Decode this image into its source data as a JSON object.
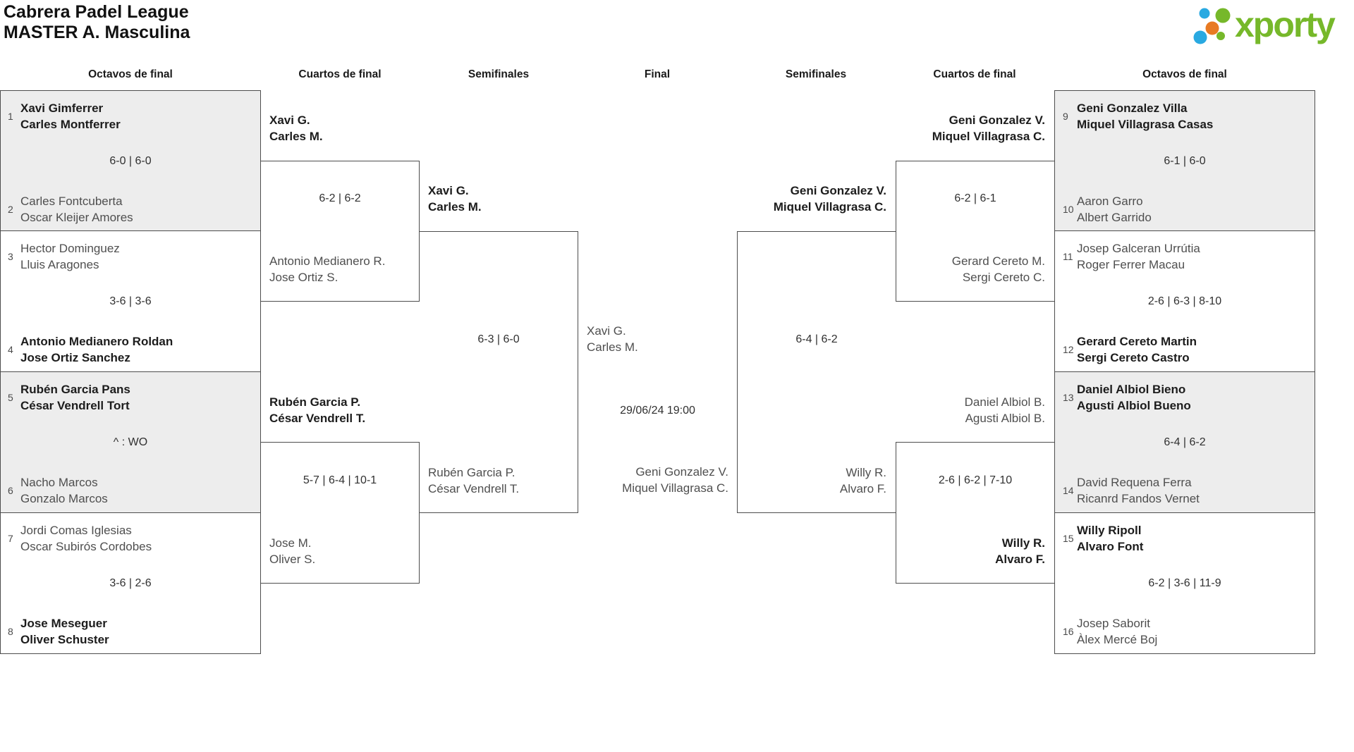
{
  "title": {
    "line1": "Cabrera Padel League",
    "line2": "MASTER A. Masculina"
  },
  "logo": {
    "text": "xporty",
    "icon": "xporty-dots-icon",
    "colors": {
      "green": "#76b82a",
      "blue": "#29a9e1",
      "orange": "#e87a22"
    }
  },
  "round_headers": [
    "Octavos de final",
    "Cuartos de final",
    "Semifinales",
    "Final",
    "Semifinales",
    "Cuartos de final",
    "Octavos de final"
  ],
  "colors": {
    "match_shade": "#ededed",
    "line": "#4d4d4d",
    "winner_text": "#1c1c1c",
    "regular_text": "#4f4f4f"
  },
  "r16_left": [
    {
      "top": {
        "seed": "1",
        "p1": "Xavi Gimferrer",
        "p2": "Carles Montferrer",
        "winner": true
      },
      "score": "6-0 | 6-0",
      "bottom": {
        "seed": "2",
        "p1": "Carles Fontcuberta",
        "p2": "Oscar Kleijer Amores",
        "winner": false
      }
    },
    {
      "top": {
        "seed": "3",
        "p1": "Hector Dominguez",
        "p2": "Lluis Aragones",
        "winner": false
      },
      "score": "3-6 | 3-6",
      "bottom": {
        "seed": "4",
        "p1": "Antonio Medianero Roldan",
        "p2": "Jose Ortiz Sanchez",
        "winner": true
      }
    },
    {
      "top": {
        "seed": "5",
        "p1": "Rubén Garcia Pans",
        "p2": "César Vendrell Tort",
        "winner": true
      },
      "score": "^ : WO",
      "bottom": {
        "seed": "6",
        "p1": "Nacho Marcos",
        "p2": "Gonzalo Marcos",
        "winner": false
      }
    },
    {
      "top": {
        "seed": "7",
        "p1": "Jordi Comas Iglesias",
        "p2": "Oscar Subirós Cordobes",
        "winner": false
      },
      "score": "3-6 | 2-6",
      "bottom": {
        "seed": "8",
        "p1": "Jose Meseguer",
        "p2": "Oliver Schuster",
        "winner": true
      }
    }
  ],
  "r16_right": [
    {
      "top": {
        "seed": "9",
        "p1": "Geni Gonzalez Villa",
        "p2": "Miquel Villagrasa Casas",
        "winner": true
      },
      "score": "6-1 | 6-0",
      "bottom": {
        "seed": "10",
        "p1": "Aaron Garro",
        "p2": "Albert Garrido",
        "winner": false
      }
    },
    {
      "top": {
        "seed": "11",
        "p1": "Josep Galceran Urrútia",
        "p2": "Roger Ferrer Macau",
        "winner": false
      },
      "score": "2-6 | 6-3 | 8-10",
      "bottom": {
        "seed": "12",
        "p1": "Gerard Cereto Martin",
        "p2": "Sergi Cereto Castro",
        "winner": true
      }
    },
    {
      "top": {
        "seed": "13",
        "p1": "Daniel Albiol Bieno",
        "p2": "Agusti Albiol Bueno",
        "winner": true
      },
      "score": "6-4 | 6-2",
      "bottom": {
        "seed": "14",
        "p1": "David Requena Ferra",
        "p2": "Ricanrd Fandos Vernet",
        "winner": false
      }
    },
    {
      "top": {
        "seed": "15",
        "p1": "Willy Ripoll",
        "p2": "Alvaro Font",
        "winner": true
      },
      "score": "6-2 | 3-6 | 11-9",
      "bottom": {
        "seed": "16",
        "p1": "Josep Saborit",
        "p2": "Àlex Mercé Boj",
        "winner": false
      }
    }
  ],
  "qf_left": [
    {
      "top": {
        "p1": "Xavi G.",
        "p2": "Carles M.",
        "winner": true
      },
      "score": "6-2 | 6-2",
      "bottom": {
        "p1": "Antonio Medianero R.",
        "p2": "Jose Ortiz S.",
        "winner": false
      }
    },
    {
      "top": {
        "p1": "Rubén Garcia P.",
        "p2": "César Vendrell T.",
        "winner": true
      },
      "score": "5-7 | 6-4 | 10-1",
      "bottom": {
        "p1": "Jose M.",
        "p2": "Oliver S.",
        "winner": false
      }
    }
  ],
  "sf_left": {
    "top": {
      "p1": "Xavi G.",
      "p2": "Carles M.",
      "winner": true
    },
    "score": "6-3 | 6-0",
    "bottom": {
      "p1": "Rubén Garcia P.",
      "p2": "César Vendrell T.",
      "winner": false
    }
  },
  "final": {
    "left": {
      "p1": "Xavi G.",
      "p2": "Carles M."
    },
    "schedule": "29/06/24 19:00",
    "right": {
      "p1": "Geni Gonzalez V.",
      "p2": "Miquel Villagrasa C."
    }
  },
  "sf_right": {
    "top": {
      "p1": "Geni Gonzalez V.",
      "p2": "Miquel Villagrasa C.",
      "winner": true
    },
    "score": "6-4 | 6-2",
    "bottom": {
      "p1": "Willy R.",
      "p2": "Alvaro F.",
      "winner": false
    }
  },
  "qf_right": [
    {
      "top": {
        "p1": "Geni Gonzalez V.",
        "p2": "Miquel Villagrasa C.",
        "winner": true
      },
      "score": "6-2 | 6-1",
      "bottom": {
        "p1": "Gerard Cereto M.",
        "p2": "Sergi Cereto C.",
        "winner": false
      }
    },
    {
      "top": {
        "p1": "Daniel Albiol B.",
        "p2": "Agusti Albiol B.",
        "winner": false
      },
      "score": "2-6 | 6-2 | 7-10",
      "bottom": {
        "p1": "Willy R.",
        "p2": "Alvaro F.",
        "winner": true
      }
    }
  ]
}
